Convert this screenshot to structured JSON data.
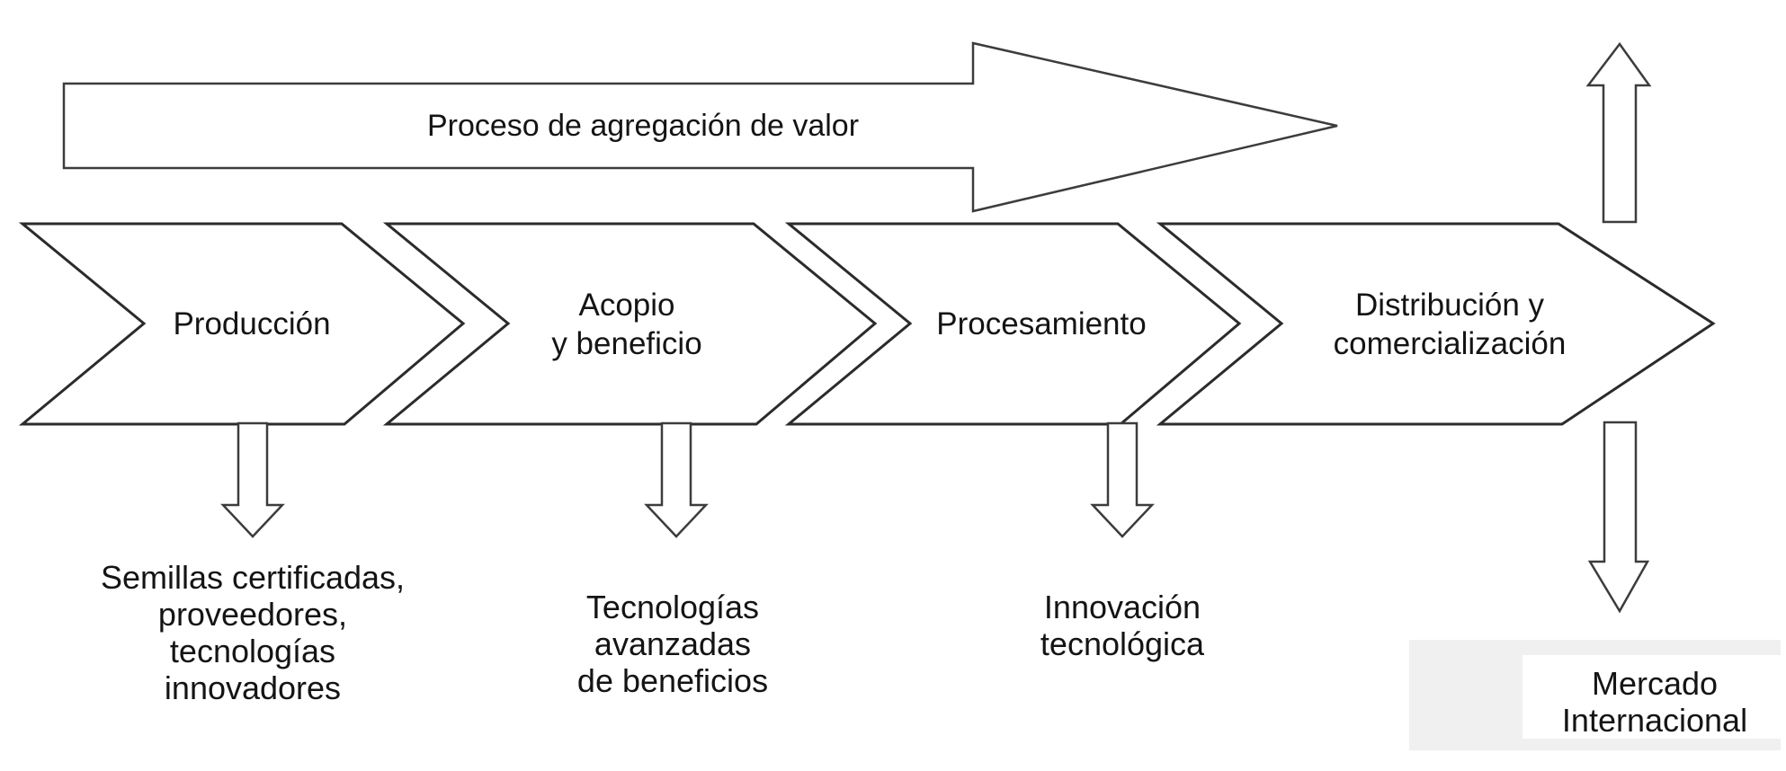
{
  "colors": {
    "line": "#2b2b2b",
    "line-soft": "#3c3c3c",
    "text": "#141414",
    "panel_gray": "#f0f0f0",
    "panel_white": "#ffffff"
  },
  "diagram": {
    "banner": {
      "label": "Proceso de agregación de valor"
    },
    "stages": [
      {
        "label": "Producción",
        "annotation": "Semillas certificadas,\nproveedores, tecnologías\ninnovadores"
      },
      {
        "label": "Acopio\ny beneficio",
        "annotation": "Tecnologías\navanzadas\nde beneficios"
      },
      {
        "label": "Procesamiento",
        "annotation": "Innovación\ntecnológica"
      },
      {
        "label": "Distribución y\ncomercialización",
        "annotation": "Mercado\nInternacional"
      }
    ]
  }
}
